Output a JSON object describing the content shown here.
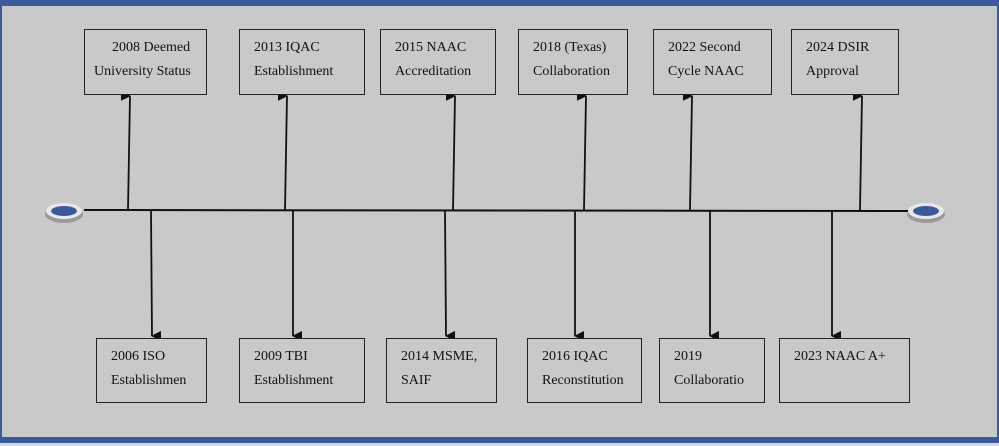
{
  "timeline": {
    "above": [
      {
        "line1": "2008 Deemed",
        "line2": "University Status"
      },
      {
        "line1": "2013 IQAC",
        "line2": "Establishment"
      },
      {
        "line1": "2015 NAAC",
        "line2": "Accreditation"
      },
      {
        "line1": "2018 (Texas)",
        "line2": "Collaboration"
      },
      {
        "line1": "2022 Second",
        "line2": "Cycle NAAC"
      },
      {
        "line1": "2024 DSIR",
        "line2": "Approval"
      }
    ],
    "below": [
      {
        "line1": "2006 ISO",
        "line2": "Establishmen"
      },
      {
        "line1": "2009 TBI",
        "line2": "Establishment"
      },
      {
        "line1": "2014 MSME,",
        "line2": "SAIF"
      },
      {
        "line1": "2016 IQAC",
        "line2": "Reconstitution"
      },
      {
        "line1": "2019",
        "line2": "Collaboratio"
      },
      {
        "line1": "2023 NAAC A+",
        "line2": ""
      }
    ]
  },
  "colors": {
    "frame": "#3a5a9b",
    "background": "#c9c9c9",
    "endcap": "#3a5a9b"
  }
}
